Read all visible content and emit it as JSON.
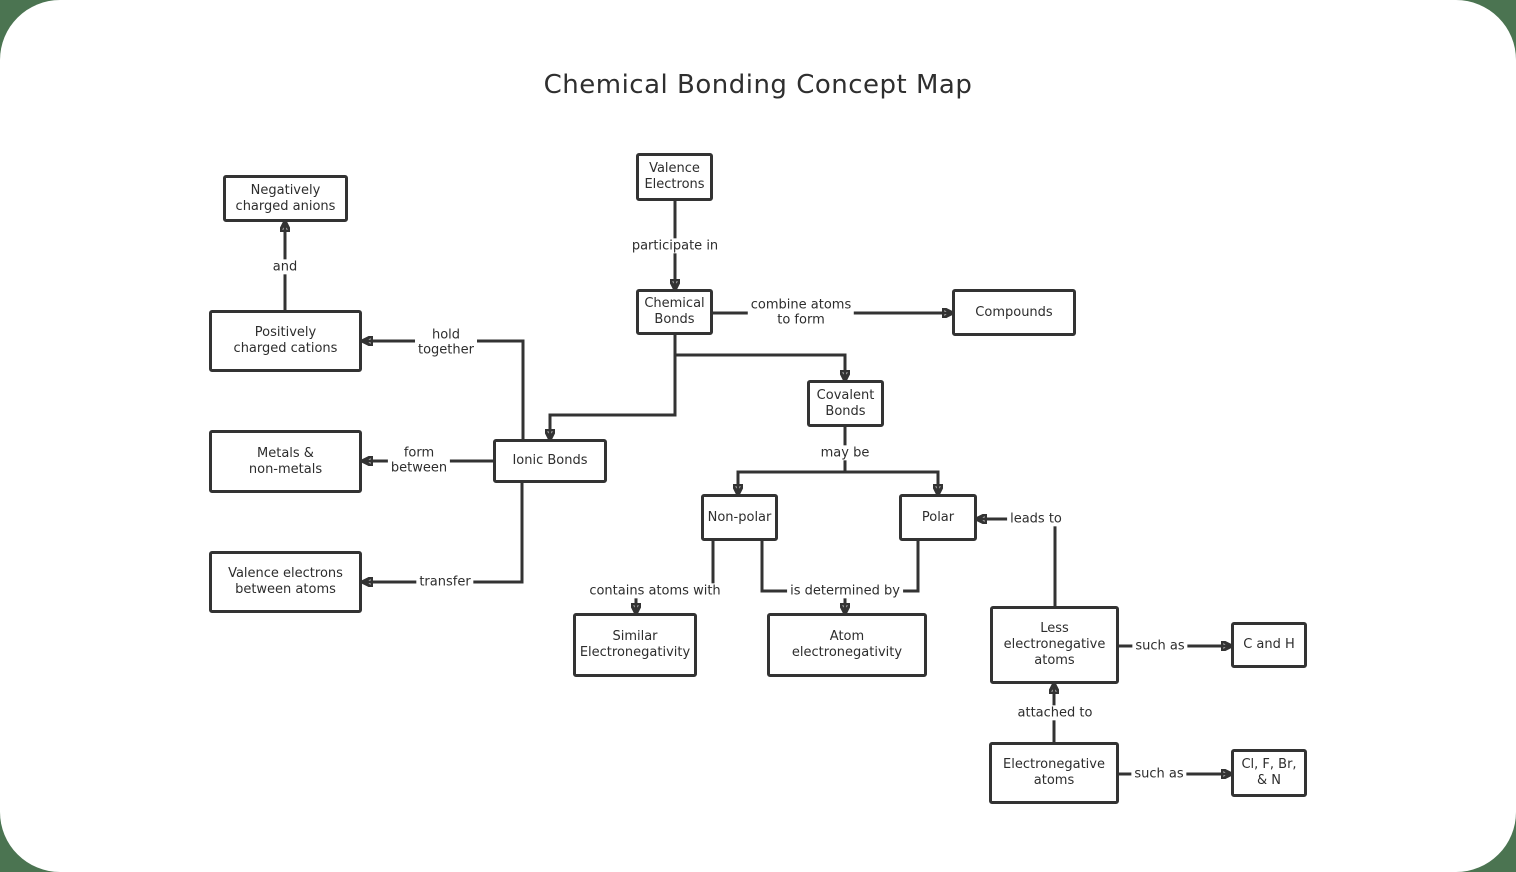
{
  "title": "Chemical Bonding Concept Map",
  "colors": {
    "line": "#333333",
    "text": "#2d2d2d",
    "canvas": "#ffffff",
    "backdrop": "#4b7451"
  },
  "nodes": {
    "valence_electrons": {
      "label": "Valence\nElectrons"
    },
    "chemical_bonds": {
      "label": "Chemical\nBonds"
    },
    "compounds": {
      "label": "Compounds"
    },
    "negatively_charged_anions": {
      "label": "Negatively\ncharged anions"
    },
    "positively_charged_cations": {
      "label": "Positively\ncharged cations"
    },
    "metals_non_metals": {
      "label": "Metals &\nnon-metals"
    },
    "valence_electrons_between_atoms": {
      "label": "Valence electrons\nbetween atoms"
    },
    "ionic_bonds": {
      "label": "Ionic Bonds"
    },
    "covalent_bonds": {
      "label": "Covalent\nBonds"
    },
    "non_polar": {
      "label": "Non-polar"
    },
    "polar": {
      "label": "Polar"
    },
    "similar_electronegativity": {
      "label": "Similar\nElectronegativity"
    },
    "atom_electronegativity": {
      "label": "Atom\nelectronegativity"
    },
    "less_electronegative_atoms": {
      "label": "Less\nelectronegative\natoms"
    },
    "c_and_h": {
      "label": "C and H"
    },
    "electronegative_atoms": {
      "label": "Electronegative\natoms"
    },
    "cl_f_br_n": {
      "label": "Cl, F, Br,\n& N"
    }
  },
  "edges": {
    "participate_in": {
      "label": "participate in"
    },
    "combine_atoms_to_form": {
      "label": "combine atoms\nto form"
    },
    "and": {
      "label": "and"
    },
    "hold_together": {
      "label": "hold\ntogether"
    },
    "form_between": {
      "label": "form\nbetween"
    },
    "transfer": {
      "label": "transfer"
    },
    "may_be": {
      "label": "may be"
    },
    "contains_atoms_with": {
      "label": "contains atoms with"
    },
    "is_determined_by": {
      "label": "is determined by"
    },
    "leads_to": {
      "label": "leads to"
    },
    "such_as_upper": {
      "label": "such as"
    },
    "attached_to": {
      "label": "attached to"
    },
    "such_as_lower": {
      "label": "such as"
    }
  }
}
